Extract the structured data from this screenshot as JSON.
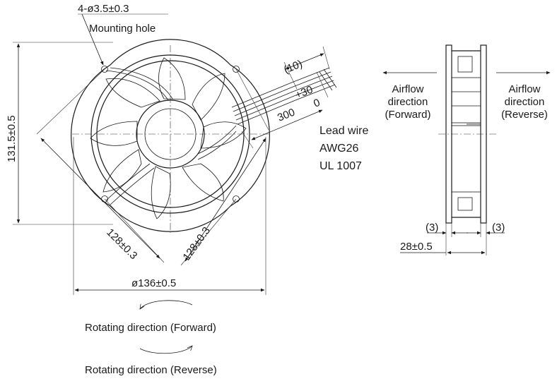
{
  "front_view": {
    "mounting_hole_spec": "4-ø3.5±0.3",
    "mounting_hole_label": "Mounting hole",
    "height_dim": "131.5±0.5",
    "diag_dim_left": "128±0.3",
    "diag_dim_right": "128±0.3",
    "diameter_dim": "ø136±0.5",
    "lead_tolerance": "(10)",
    "lead_plus": "+30",
    "lead_zero": "0",
    "lead_length": "300",
    "lead_wire_title": "Lead wire",
    "lead_wire_gauge": "AWG26",
    "lead_wire_std": "UL 1007",
    "rotating_forward": "Rotating direction (Forward)",
    "rotating_reverse": "Rotating direction (Reverse)"
  },
  "side_view": {
    "airflow_forward": [
      "Airflow",
      "direction",
      "(Forward)"
    ],
    "airflow_reverse": [
      "Airflow",
      "direction",
      "(Reverse)"
    ],
    "flange_left": "(3)",
    "flange_right": "(3)",
    "depth_dim": "28±0.5"
  }
}
